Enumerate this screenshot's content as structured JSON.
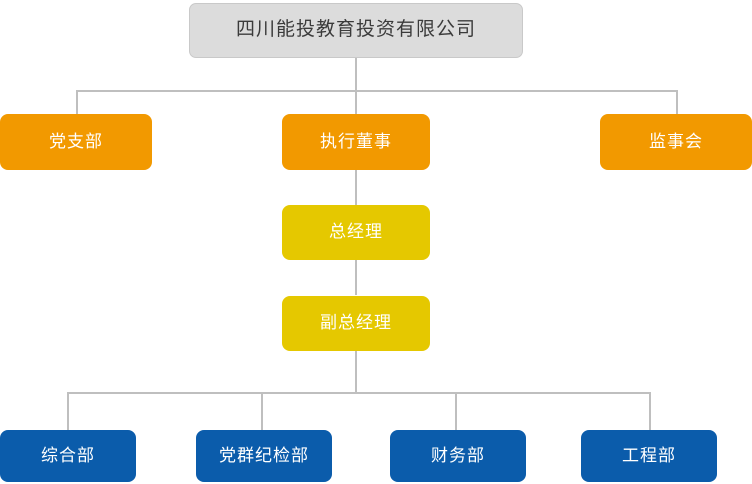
{
  "chart": {
    "title_node": {
      "label": "四川能投教育投资有限公司",
      "color": "#dcdcdc",
      "text_color": "#3b3b3b"
    },
    "tier_orange": {
      "color": "#f29900",
      "nodes": [
        {
          "label": "党支部"
        },
        {
          "label": "执行董事"
        },
        {
          "label": "监事会"
        }
      ]
    },
    "tier_yellow": {
      "color": "#e5c800",
      "nodes": [
        {
          "label": "总经理"
        },
        {
          "label": "副总经理"
        }
      ]
    },
    "tier_blue": {
      "color": "#0b5cab",
      "nodes": [
        {
          "label": "综合部"
        },
        {
          "label": "党群纪检部"
        },
        {
          "label": "财务部"
        },
        {
          "label": "工程部"
        }
      ]
    },
    "connector_color": "#bfbfbf"
  }
}
